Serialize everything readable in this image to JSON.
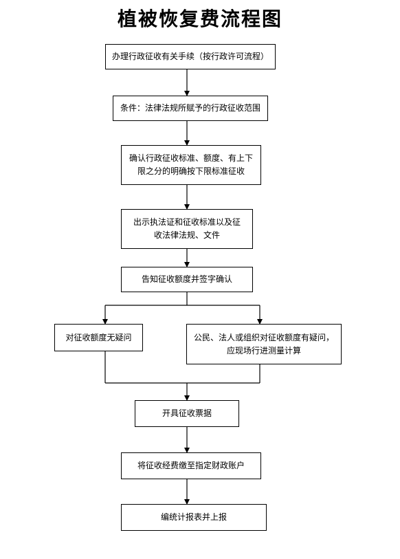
{
  "diagram": {
    "title": "植被恢复费流程图",
    "steps": [
      {
        "id": "s1",
        "text": "办理行政征收有关手续（按行政许可流程）"
      },
      {
        "id": "s2",
        "text": "条件：法律法规所赋予的行政征收范围"
      },
      {
        "id": "s3",
        "text": "确认行政征收标准、额度、有上下限之分的明确按下限标准征收"
      },
      {
        "id": "s4",
        "text": "出示执法证和征收标准以及征收法律法规、文件"
      },
      {
        "id": "s5",
        "text": "告知征收额度并签字确认"
      },
      {
        "id": "s6",
        "text": "对征收额度无疑问"
      },
      {
        "id": "s7",
        "text": "公民、法人或组织对征收额度有疑问，应现场行进测量计算"
      },
      {
        "id": "s8",
        "text": "开具征收票据"
      },
      {
        "id": "s9",
        "text": "将征收经费缴至指定财政账户"
      },
      {
        "id": "s10",
        "text": "编统计报表并上报"
      }
    ]
  }
}
